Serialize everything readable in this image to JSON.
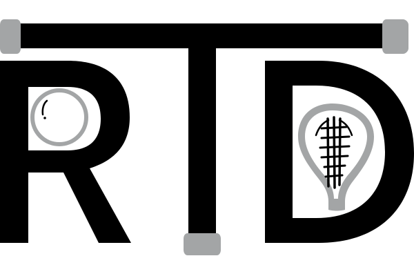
{
  "logo": {
    "letters": [
      "R",
      "T",
      "D"
    ],
    "colors": {
      "primary": "#000000",
      "accent": "#a3a5a6",
      "background": "#ffffff"
    },
    "icons": {
      "r_bowl": "lacrosse-ball-icon",
      "t_bar": "lacrosse-shaft-icon",
      "d_bowl": "lacrosse-head-icon"
    }
  }
}
